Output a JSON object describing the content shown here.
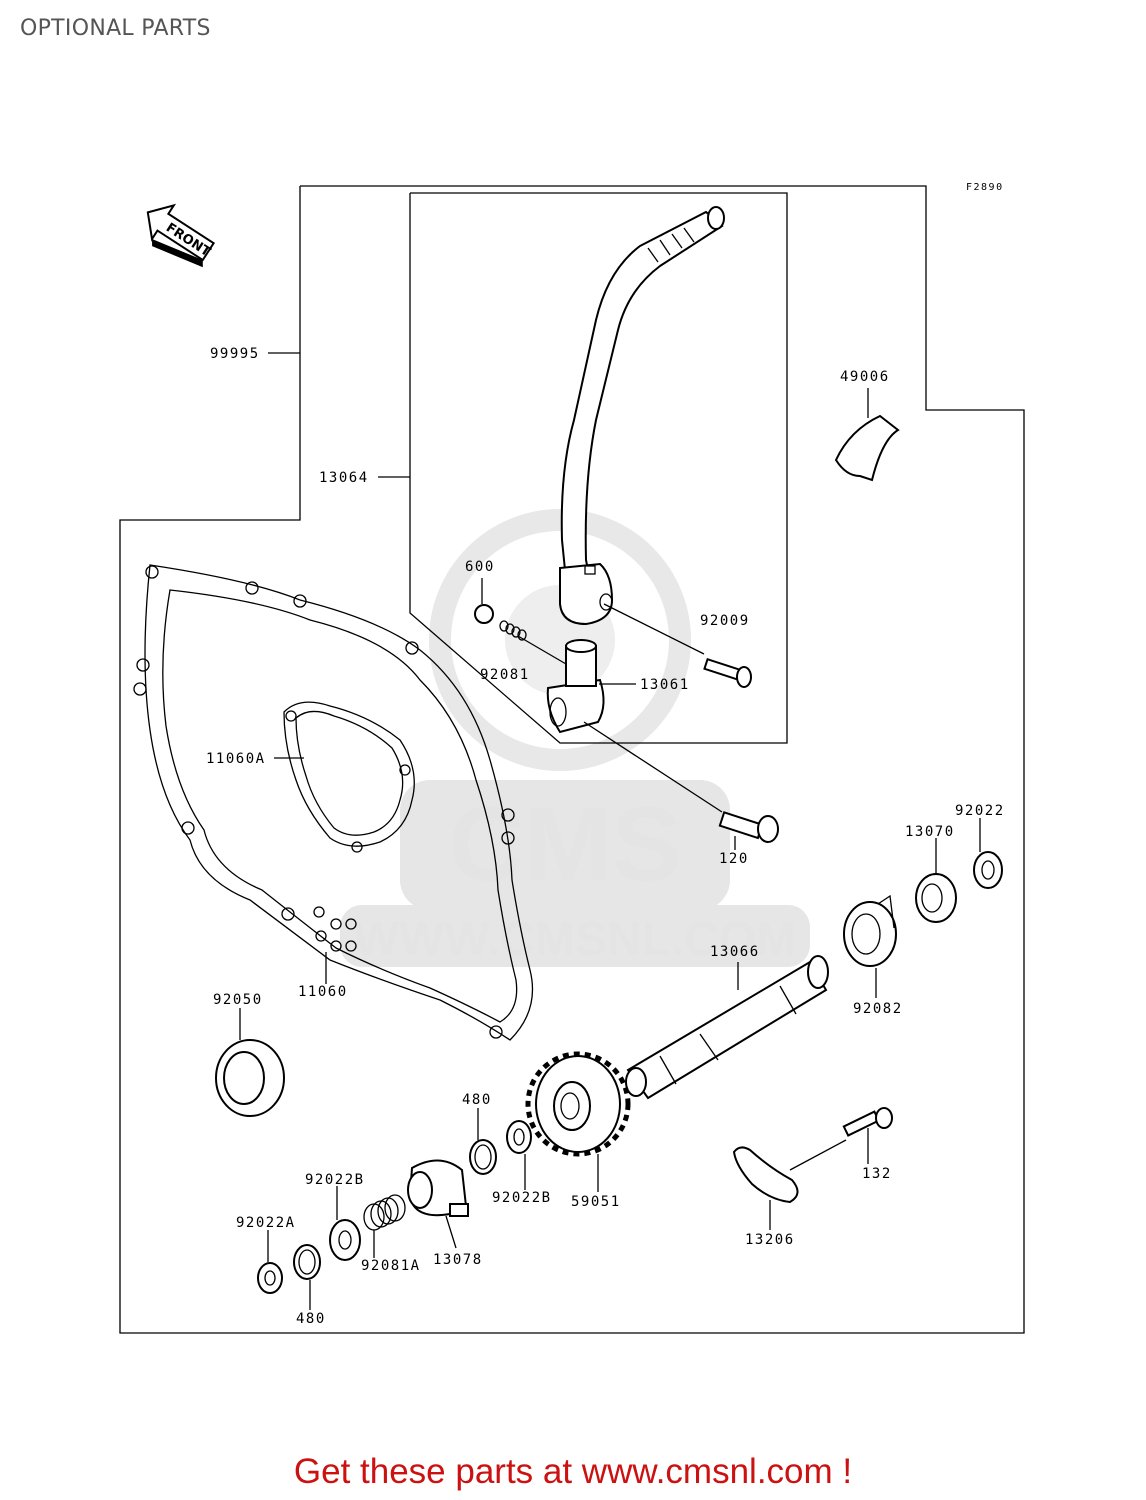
{
  "header": {
    "title": "OPTIONAL PARTS"
  },
  "diagram": {
    "figure_code": "F2890",
    "front_label": "FRONT",
    "watermark": {
      "brand": "CMS",
      "url": "WWW.CMSNL.COM"
    },
    "labels": {
      "p99995": "99995",
      "p13064": "13064",
      "p49006": "49006",
      "p600": "600",
      "p92009": "92009",
      "p92081": "92081",
      "p13061": "13061",
      "p11060A": "11060A",
      "p120": "120",
      "p92022": "92022",
      "p13070": "13070",
      "p13066": "13066",
      "p92082": "92082",
      "p11060": "11060",
      "p92050": "92050",
      "p480a": "480",
      "p92022B_a": "92022B",
      "p92022B_b": "92022B",
      "p59051": "59051",
      "p132": "132",
      "p92022A": "92022A",
      "p92081A": "92081A",
      "p13078": "13078",
      "p13206": "13206",
      "p480b": "480"
    }
  },
  "footer": {
    "text": "Get these parts at www.cmsnl.com !"
  }
}
